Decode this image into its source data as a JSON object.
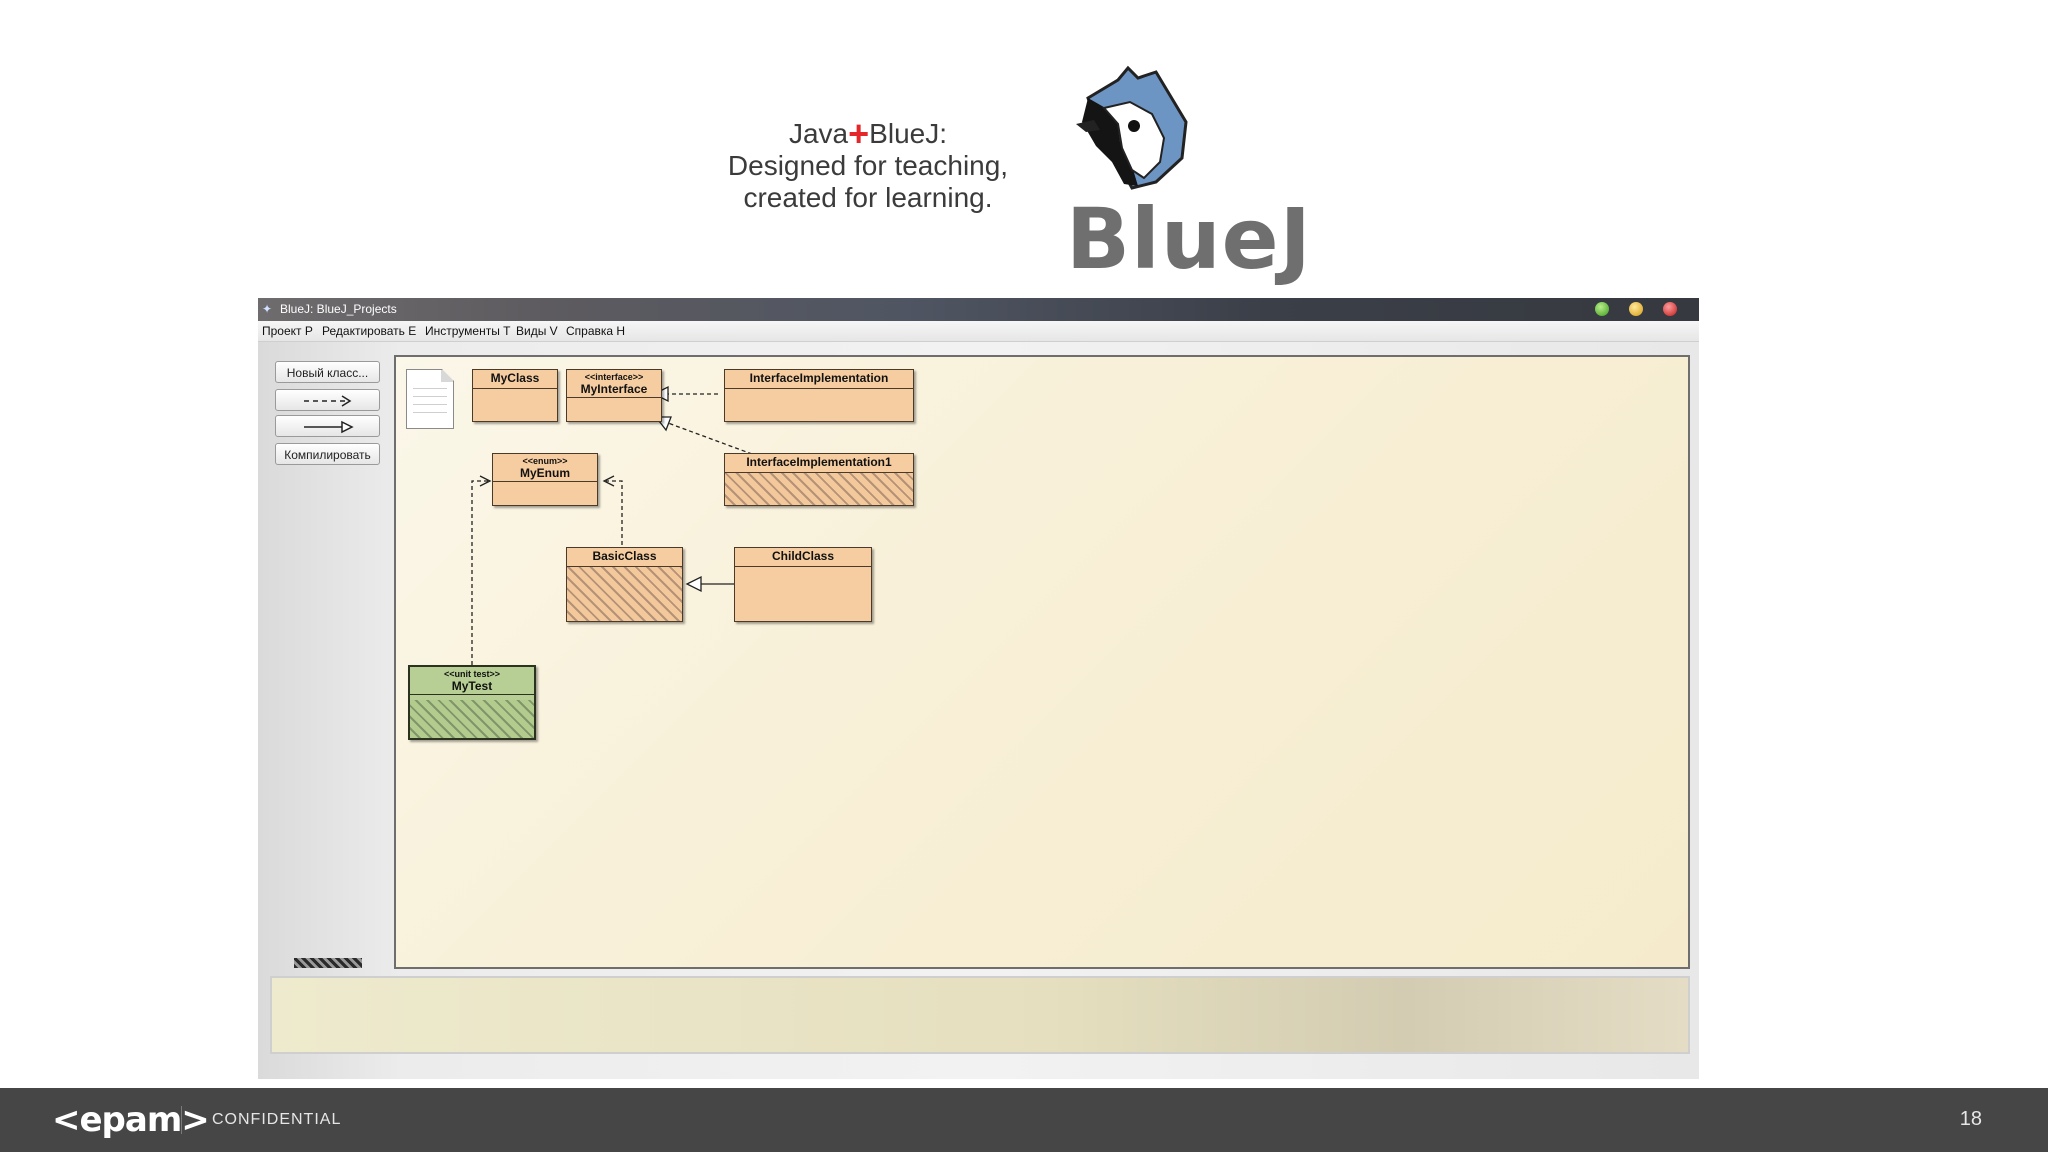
{
  "slide": {
    "tagline_line1_a": "Java",
    "tagline_plus": "+",
    "tagline_line1_b": "BlueJ:",
    "tagline_line2": "Designed for teaching,",
    "tagline_line3": "created for learning.",
    "logo_text": "BlueJ",
    "logo_icon": "bluejay-bird-icon"
  },
  "window": {
    "title": "BlueJ:  BlueJ_Projects",
    "menu": [
      "Проект Р",
      "Редактировать Е",
      "Инструменты Т",
      "Виды V",
      "Справка Н"
    ],
    "toolbar": {
      "new_class": "Новый класс...",
      "dependency_arrow": "- - ->",
      "inheritance_arrow": "——▷",
      "compile": "Компилировать"
    },
    "diagram": {
      "classes": {
        "myclass": {
          "name": "MyClass"
        },
        "myinterface": {
          "stereotype": "<<interface>>",
          "name": "MyInterface"
        },
        "interfaceimpl": {
          "name": "InterfaceImplementation"
        },
        "interfaceimpl1": {
          "name": "InterfaceImplementation1"
        },
        "myenum": {
          "stereotype": "<<enum>>",
          "name": "MyEnum"
        },
        "basicclass": {
          "name": "BasicClass"
        },
        "childclass": {
          "name": "ChildClass"
        },
        "mytest": {
          "stereotype": "<<unit test>>",
          "name": "MyTest"
        }
      }
    },
    "colors": {
      "class_fill": "#f6cda0",
      "test_fill": "#b7cf94",
      "canvas_bg": "#f8f0d8"
    }
  },
  "footer": {
    "brand": "<epam>",
    "label": "CONFIDENTIAL",
    "page_number": "18"
  }
}
